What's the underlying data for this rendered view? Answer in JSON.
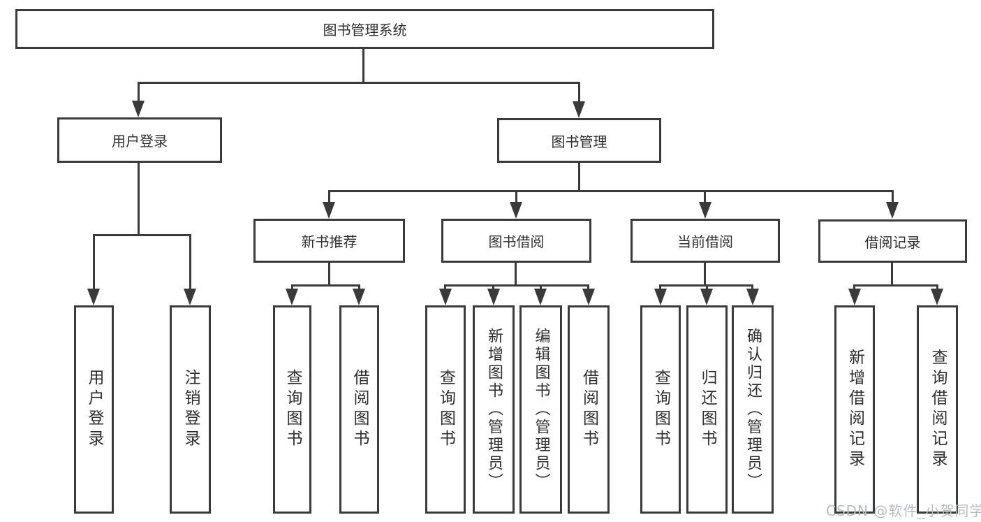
{
  "diagram": {
    "root": {
      "label": "图书管理系统"
    },
    "level1": [
      {
        "label": "用户登录"
      },
      {
        "label": "图书管理"
      }
    ],
    "user_login_children": [
      {
        "label": "用户登录"
      },
      {
        "label": "注销登录"
      }
    ],
    "book_mgmt_children": [
      {
        "label": "新书推荐",
        "children": [
          {
            "label": "查询图书"
          },
          {
            "label": "借阅图书"
          }
        ]
      },
      {
        "label": "图书借阅",
        "children": [
          {
            "label": "查询图书"
          },
          {
            "label": "新增图书（管理员）"
          },
          {
            "label": "编辑图书（管理员）"
          },
          {
            "label": "借阅图书"
          }
        ]
      },
      {
        "label": "当前借阅",
        "children": [
          {
            "label": "查询图书"
          },
          {
            "label": "归还图书"
          },
          {
            "label": "确认归还（管理员）"
          }
        ]
      },
      {
        "label": "借阅记录",
        "children": [
          {
            "label": "新增借阅记录"
          },
          {
            "label": "查询借阅记录"
          }
        ]
      }
    ],
    "watermark": "CSDN @软件_小贺同学",
    "colors": {
      "line": "#3a3a3a",
      "text": "#2e2e2e",
      "watermark": "#b7bcc1",
      "background": "#ffffff"
    }
  }
}
